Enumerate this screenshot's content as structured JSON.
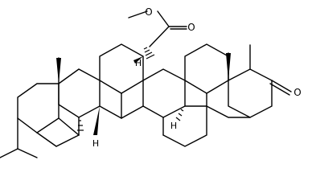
{
  "molecule": {
    "atom_labels": {
      "oxygen_ester": "O",
      "oxygen_carbonyl_ester": "O",
      "oxygen_ketone": "O",
      "hydrogen": "H"
    }
  }
}
